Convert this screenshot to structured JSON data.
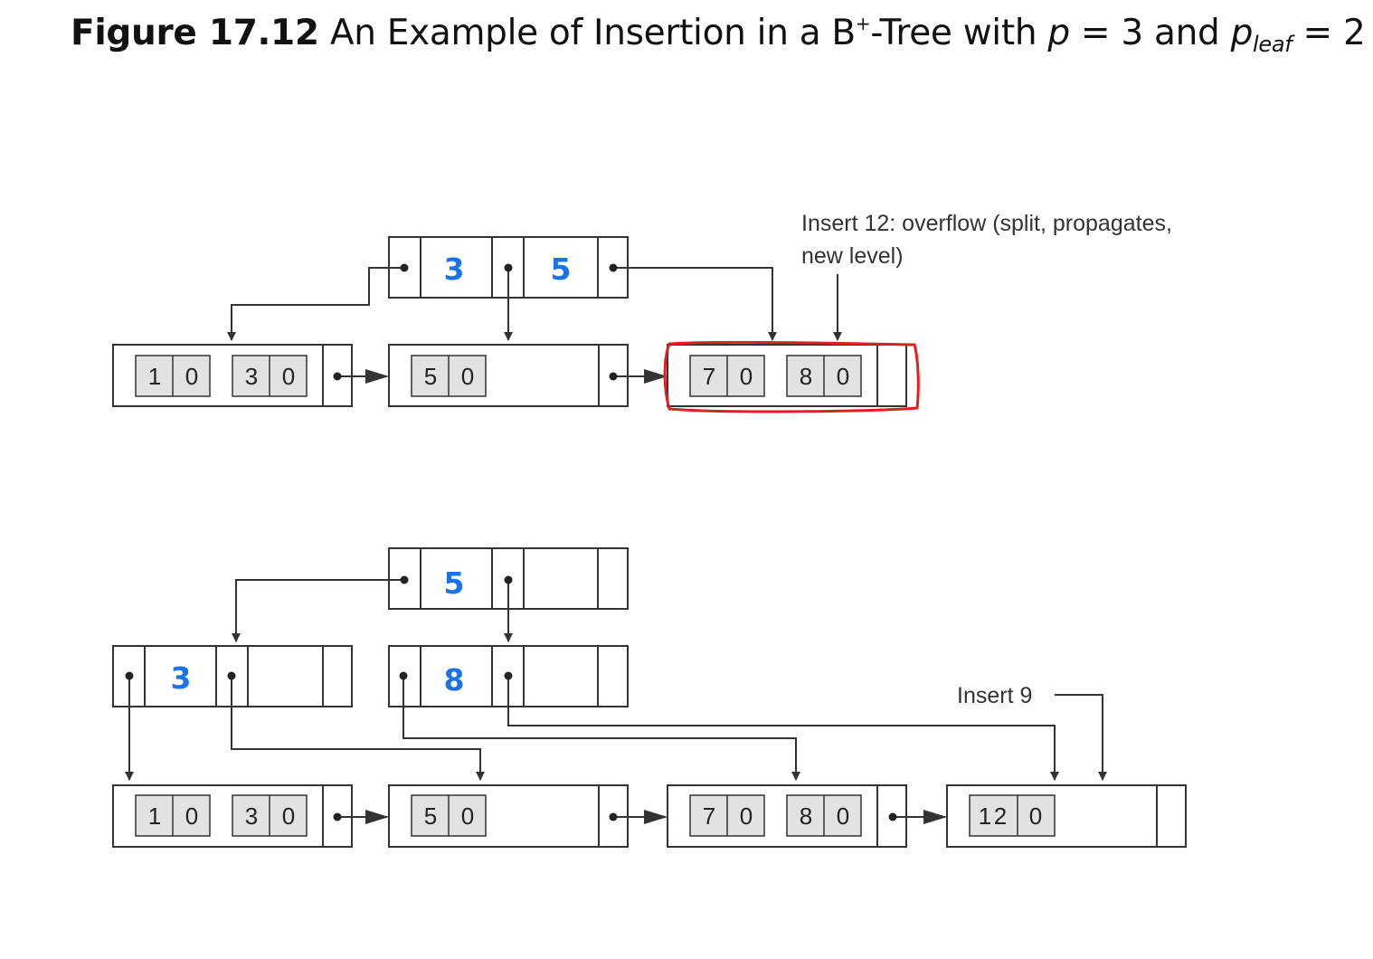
{
  "figure": {
    "label": "Figure 17.12",
    "title_pre": "An Example of Insertion in a B",
    "title_plus": "+",
    "title_mid": "-Tree with ",
    "p_var": "p",
    "p_eq": " = 3 and ",
    "p_base": "p",
    "p_sub": "leaf",
    "p_leaf_eq": " = 2"
  },
  "step1": {
    "root_keys": [
      "3",
      "5"
    ],
    "leaves": [
      [
        "1",
        "0",
        "3",
        "0"
      ],
      [
        "5",
        "0"
      ],
      [
        "7",
        "0",
        "8",
        "0"
      ]
    ],
    "annotation_line1": "Insert 12: overflow (split, propagates,",
    "annotation_line2": "new level)"
  },
  "step2": {
    "root_key": "5",
    "internal_left_key": "3",
    "internal_right_key": "8",
    "leaves": [
      [
        "1",
        "0",
        "3",
        "0"
      ],
      [
        "5",
        "0"
      ],
      [
        "7",
        "0",
        "8",
        "0"
      ],
      [
        "1",
        "2",
        "0"
      ]
    ],
    "annotation": "Insert 9"
  },
  "colors": {
    "key": "#1a73e8",
    "highlight": "#e02020",
    "digit_box": "#e2e2e2",
    "line": "#333333"
  }
}
